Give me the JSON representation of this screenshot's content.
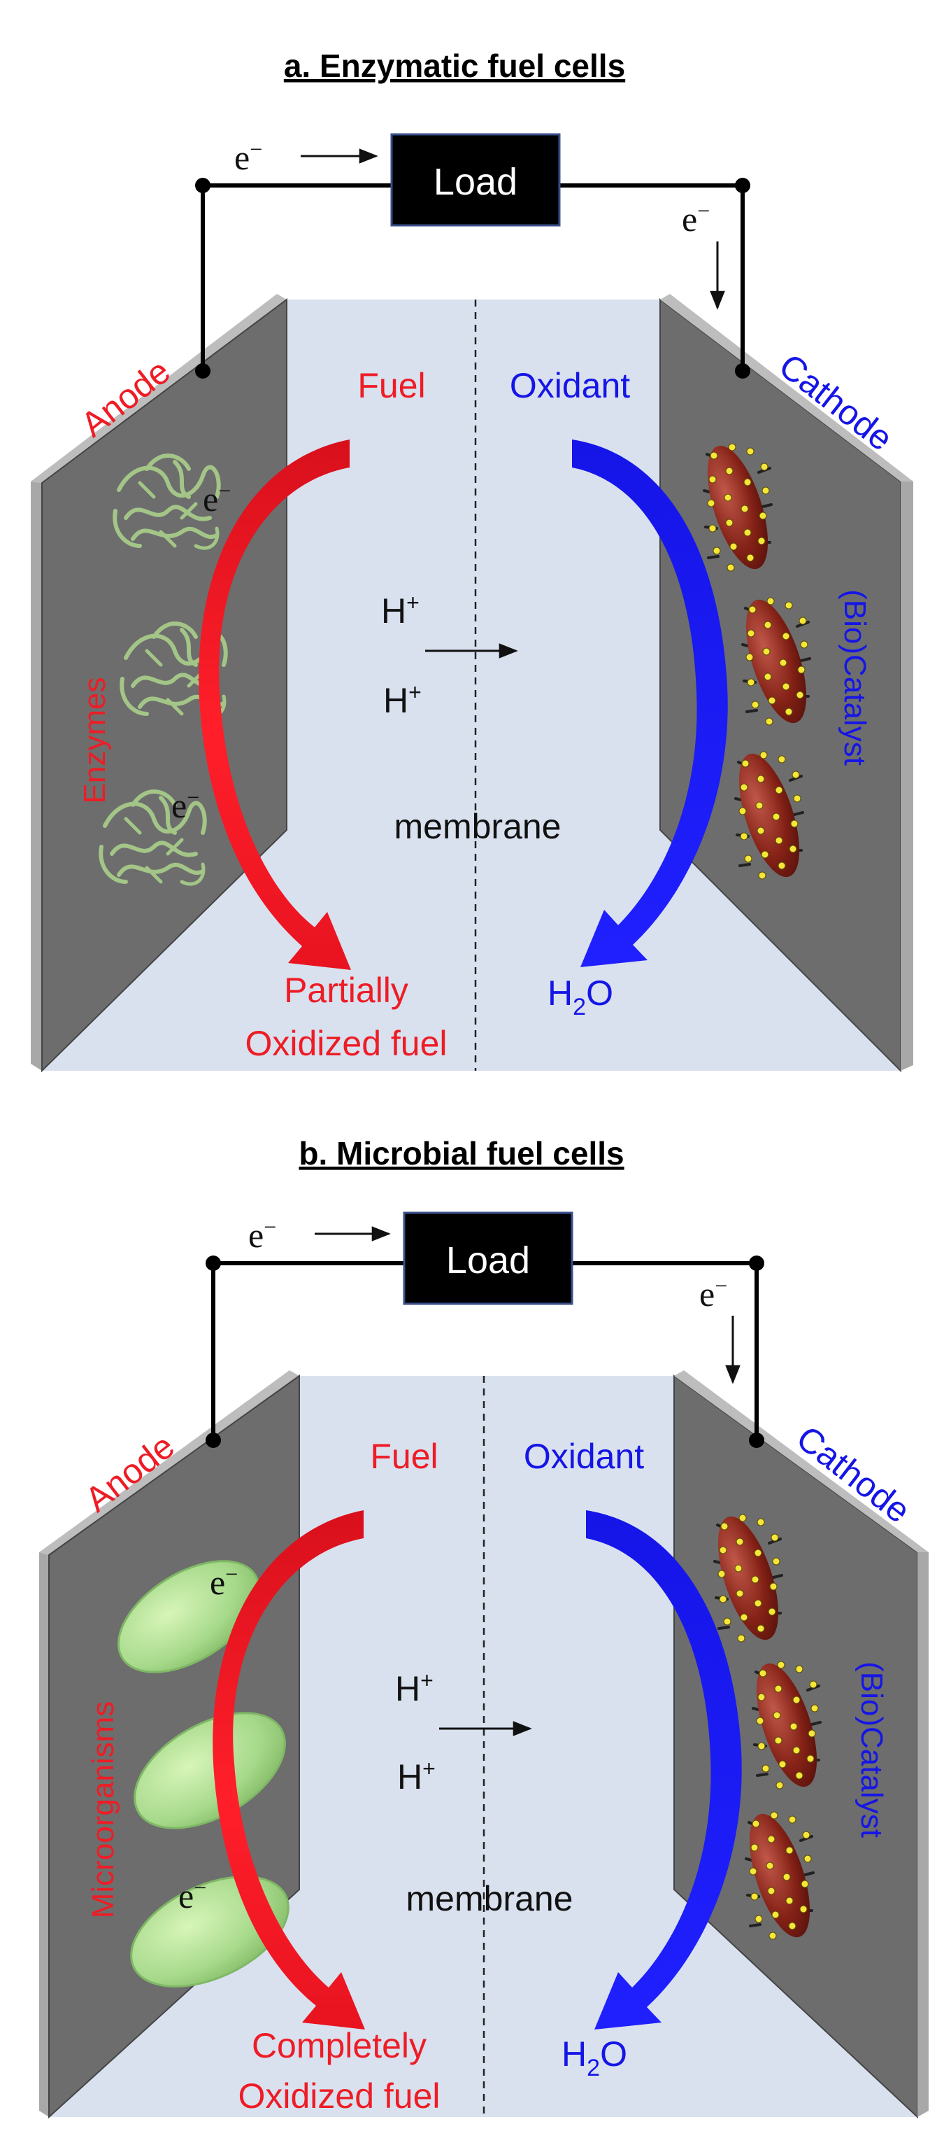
{
  "panels": [
    {
      "title": "a. Enzymatic fuel cells",
      "load": "Load",
      "electron": "e",
      "anode": "Anode",
      "cathode": "Cathode",
      "fuel": "Fuel",
      "oxidant": "Oxidant",
      "proton": "H",
      "membrane": "membrane",
      "product_left_1": "Partially",
      "product_left_2": "Oxidized fuel",
      "water_h": "H",
      "water_sub": "2",
      "water_o": "O",
      "anode_catalyst": "Enzymes",
      "cathode_catalyst": "(Bio)Catalyst"
    },
    {
      "title": "b. Microbial fuel cells",
      "load": "Load",
      "electron": "e",
      "anode": "Anode",
      "cathode": "Cathode",
      "fuel": "Fuel",
      "oxidant": "Oxidant",
      "proton": "H",
      "membrane": "membrane",
      "product_left_1": "Completely",
      "product_left_2": "Oxidized fuel",
      "water_h": "H",
      "water_sub": "2",
      "water_o": "O",
      "anode_catalyst": "Microorganisms",
      "cathode_catalyst": "(Bio)Catalyst"
    }
  ],
  "colors": {
    "anode_text": "#ee1c25",
    "cathode_text": "#1515e6",
    "electrolyte": "#d9e1ef",
    "electrode": "#6b6b6b",
    "electrode_edge": "#a9a9a9",
    "load_box": "#000000",
    "enzyme": "#a9cf8a",
    "microbe": "#a6d98a",
    "catalyst": "#8b2a22",
    "catalyst_dots": "#f3e23a"
  }
}
